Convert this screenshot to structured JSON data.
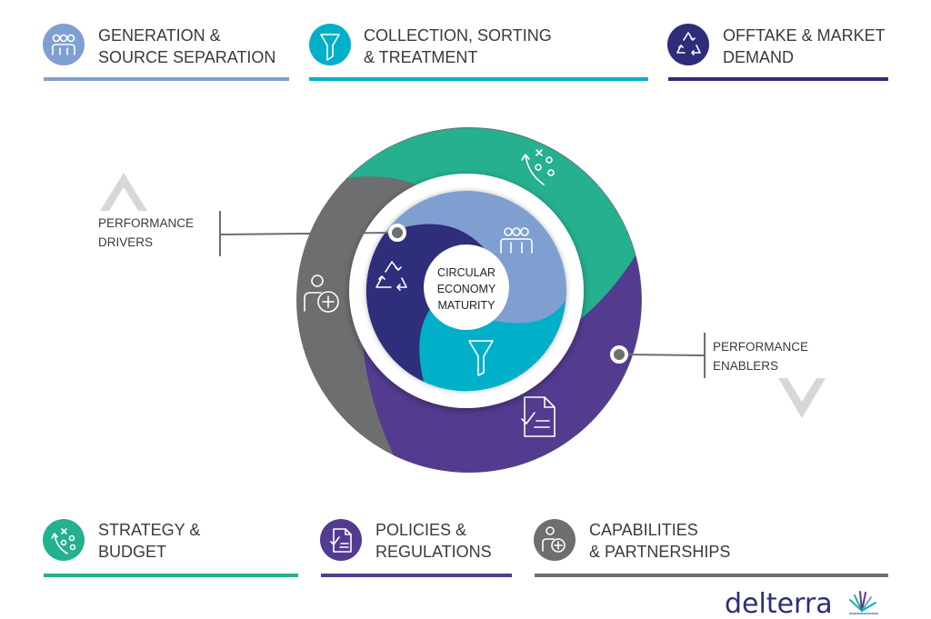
{
  "categories_top": [
    {
      "line1": "GENERATION &",
      "line2": "SOURCE SEPARATION",
      "icon": "people-icon",
      "color": "#7f9fd1"
    },
    {
      "line1": "COLLECTION, SORTING",
      "line2": "& TREATMENT",
      "icon": "funnel-icon",
      "color": "#00b0c8"
    },
    {
      "line1": "OFFTAKE & MARKET",
      "line2": "DEMAND",
      "icon": "recycle-icon",
      "color": "#2e2d7a"
    }
  ],
  "categories_bottom": [
    {
      "line1": "STRATEGY &",
      "line2": "BUDGET",
      "icon": "strategy-play-icon",
      "color": "#25b08f"
    },
    {
      "line1": "POLICIES &",
      "line2": "REGULATIONS",
      "icon": "document-checklist-icon",
      "color": "#533b8f"
    },
    {
      "line1": "CAPABILITIES",
      "line2": "& PARTNERSHIPS",
      "icon": "add-person-icon",
      "color": "#6d6e70"
    }
  ],
  "callouts": {
    "drivers": {
      "line1": "PERFORMANCE",
      "line2": "DRIVERS"
    },
    "enablers": {
      "line1": "PERFORMANCE",
      "line2": "ENABLERS"
    }
  },
  "center": {
    "line1": "CIRCULAR",
    "line2": "ECONOMY",
    "line3": "MATURITY"
  },
  "brand": {
    "name": "delterra"
  }
}
